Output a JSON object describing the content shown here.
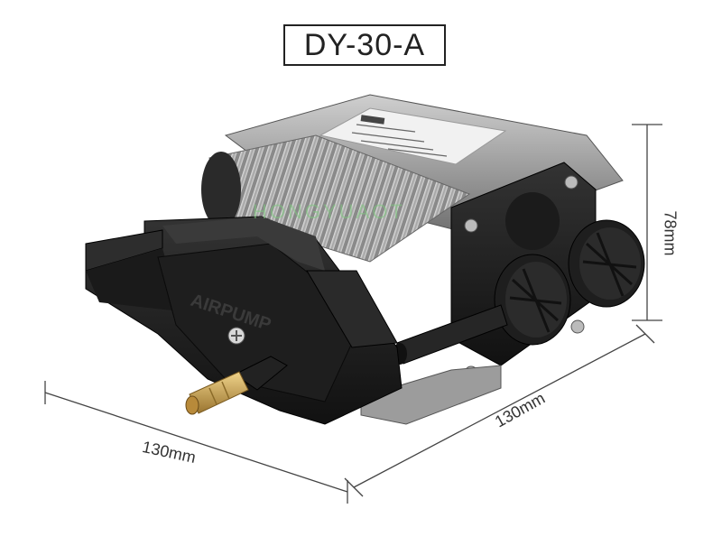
{
  "title": "DY-30-A",
  "dimensions": {
    "left": "130mm",
    "right": "130mm",
    "height": "78mm"
  },
  "housing_text": "AIRPUMP",
  "watermark": "HONGYUAOT",
  "icons": [
    "screw-icon",
    "cap-icon"
  ],
  "colors": {
    "housing": "#1c1c1c",
    "fins": "#b8b8b8",
    "metal": "#9a9a9a",
    "brass": "#c8a050"
  }
}
